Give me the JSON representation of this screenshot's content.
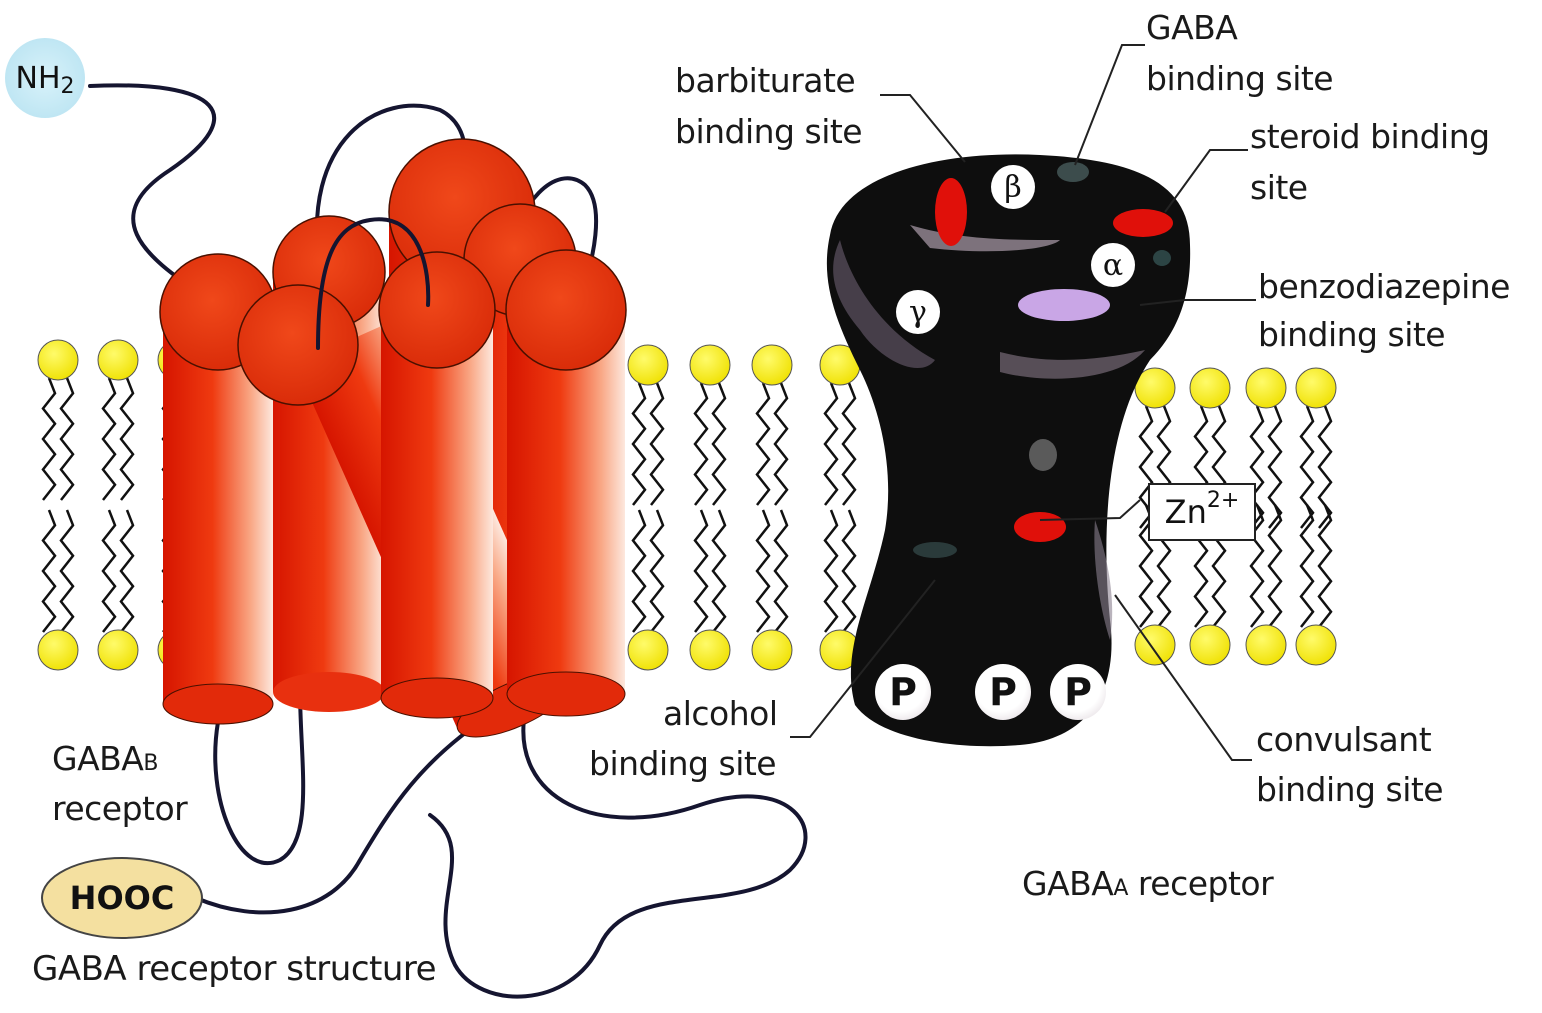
{
  "gaba_b": {
    "nh2_main": "NH",
    "nh2_sub": "2",
    "hooc": "HOOC",
    "receptor_main": "GABA",
    "receptor_sub": "B",
    "receptor_line2": "receptor",
    "caption": "GABA receptor structure"
  },
  "gaba_a": {
    "labels": {
      "barbiturate": [
        "barbiturate",
        "binding site"
      ],
      "gaba": [
        "GABA",
        "binding site"
      ],
      "steroid": [
        "steroid binding",
        "site"
      ],
      "benzodiazepine": [
        "benzodiazepine",
        "binding site"
      ],
      "alcohol": [
        "alcohol",
        "binding site"
      ],
      "convulsant": [
        "convulsant",
        "binding site"
      ]
    },
    "zn_base": "Zn",
    "zn_sup": "2+",
    "subunits": {
      "beta": "β",
      "alpha": "α",
      "gamma": "γ"
    },
    "phosphate": [
      "P",
      "P",
      "P"
    ],
    "receptor_main": "GABA",
    "receptor_sub": "A",
    "receptor_rest": " receptor"
  },
  "colors": {
    "helix": "#e8300f",
    "lipid_head": "#f4ea00",
    "receptor_body": "#0d0d0d",
    "red_site": "#e0100a",
    "benzo_site": "#c9a6e6",
    "nh2_bubble": "#c9ecf6",
    "hooc_bubble": "#f4e0a0"
  }
}
